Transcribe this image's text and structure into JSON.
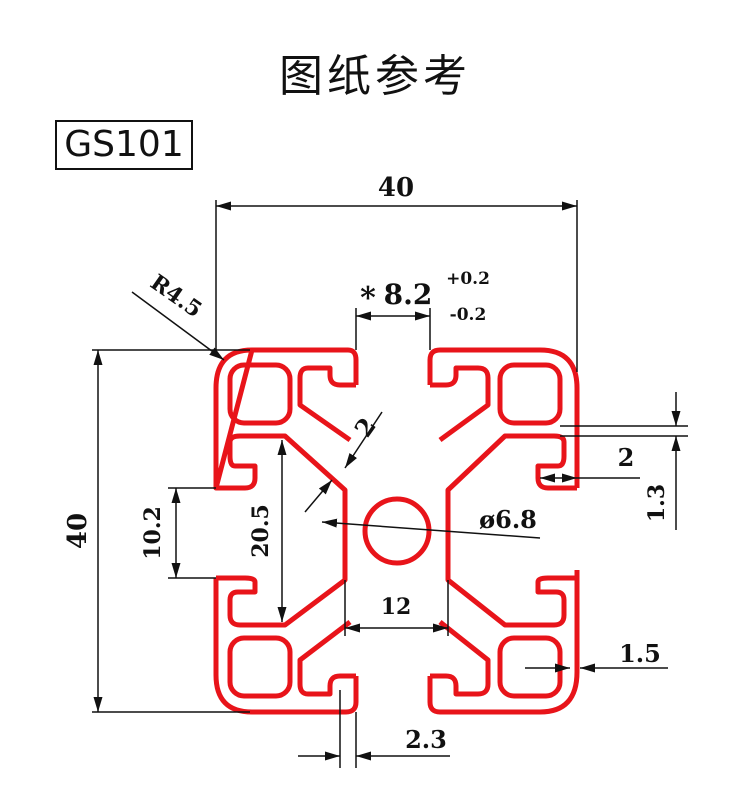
{
  "header": {
    "title": "图纸参考",
    "model": "GS101"
  },
  "dimensions": {
    "width": "40",
    "height": "40",
    "radius": "R4.5",
    "slot_width": "8.2",
    "slot_width_prefix": "*",
    "slot_tol_plus": "+0.2",
    "slot_tol_minus": "-0.2",
    "wall": "2",
    "side_2": "2",
    "side_1_3": "1.3",
    "hole_dia": "ø6.8",
    "inner_10_2": "10.2",
    "inner_20_5": "20.5",
    "core_12": "12",
    "wall_1_5": "1.5",
    "slot_2_3": "2.3"
  },
  "colors": {
    "profile": "#e8141a",
    "lines": "#111111"
  }
}
